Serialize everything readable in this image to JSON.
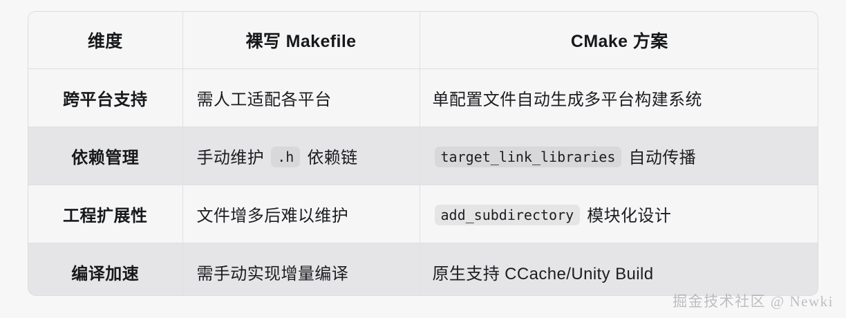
{
  "table": {
    "columns": [
      "维度",
      "裸写 Makefile",
      "CMake 方案"
    ],
    "rows": [
      {
        "dimension": "跨平台支持",
        "makefile": {
          "parts": [
            {
              "type": "text",
              "value": "需人工适配各平台"
            }
          ]
        },
        "cmake": {
          "parts": [
            {
              "type": "text",
              "value": "单配置文件自动生成多平台构建系统"
            }
          ]
        }
      },
      {
        "dimension": "依赖管理",
        "makefile": {
          "parts": [
            {
              "type": "text",
              "value": "手动维护"
            },
            {
              "type": "code",
              "value": ".h"
            },
            {
              "type": "text",
              "value": "依赖链"
            }
          ]
        },
        "cmake": {
          "parts": [
            {
              "type": "code",
              "value": "target_link_libraries"
            },
            {
              "type": "text",
              "value": "自动传播"
            }
          ]
        }
      },
      {
        "dimension": "工程扩展性",
        "makefile": {
          "parts": [
            {
              "type": "text",
              "value": "文件增多后难以维护"
            }
          ]
        },
        "cmake": {
          "parts": [
            {
              "type": "code",
              "value": "add_subdirectory"
            },
            {
              "type": "text",
              "value": "模块化设计"
            }
          ]
        }
      },
      {
        "dimension": "编译加速",
        "makefile": {
          "parts": [
            {
              "type": "text",
              "value": "需手动实现增量编译"
            }
          ]
        },
        "cmake": {
          "parts": [
            {
              "type": "text",
              "value": "原生支持 CCache/Unity Build"
            }
          ]
        }
      }
    ]
  },
  "watermark": "掘金技术社区 @ Newki",
  "colors": {
    "page_background": "#f7f7f7",
    "row_odd": "#f6f6f7",
    "row_even": "#e5e5e7",
    "border": "#e0e0e3",
    "text": "#17181a"
  }
}
